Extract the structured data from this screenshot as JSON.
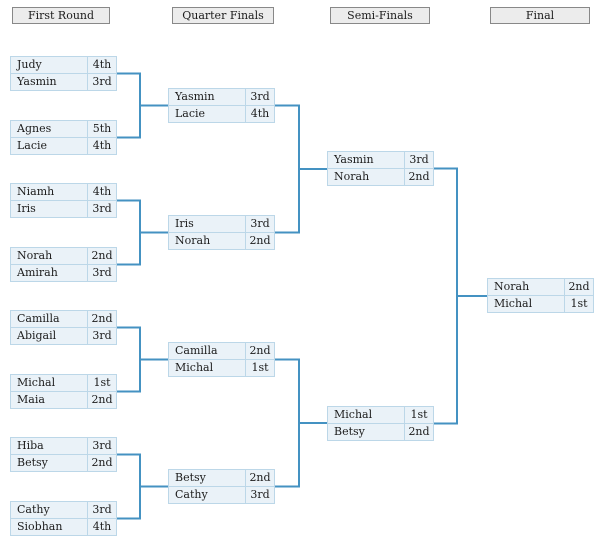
{
  "colors": {
    "connector_blue": "#4492c2",
    "match_fill": "#eaf2f8",
    "match_border": "#bcd7e8",
    "header_fill": "#ececec",
    "header_border": "#888888",
    "text_color": "#1c1c1c"
  },
  "rounds": [
    {
      "label": "First Round",
      "matches": [
        {
          "players": [
            {
              "name": "Judy",
              "rank": "4th"
            },
            {
              "name": "Yasmin",
              "rank": "3rd"
            }
          ]
        },
        {
          "players": [
            {
              "name": "Agnes",
              "rank": "5th"
            },
            {
              "name": "Lacie",
              "rank": "4th"
            }
          ]
        },
        {
          "players": [
            {
              "name": "Niamh",
              "rank": "4th"
            },
            {
              "name": "Iris",
              "rank": "3rd"
            }
          ]
        },
        {
          "players": [
            {
              "name": "Norah",
              "rank": "2nd"
            },
            {
              "name": "Amirah",
              "rank": "3rd"
            }
          ]
        },
        {
          "players": [
            {
              "name": "Camilla",
              "rank": "2nd"
            },
            {
              "name": "Abigail",
              "rank": "3rd"
            }
          ]
        },
        {
          "players": [
            {
              "name": "Michal",
              "rank": "1st"
            },
            {
              "name": "Maia",
              "rank": "2nd"
            }
          ]
        },
        {
          "players": [
            {
              "name": "Hiba",
              "rank": "3rd"
            },
            {
              "name": "Betsy",
              "rank": "2nd"
            }
          ]
        },
        {
          "players": [
            {
              "name": "Cathy",
              "rank": "3rd"
            },
            {
              "name": "Siobhan",
              "rank": "4th"
            }
          ]
        }
      ]
    },
    {
      "label": "Quarter Finals",
      "matches": [
        {
          "players": [
            {
              "name": "Yasmin",
              "rank": "3rd"
            },
            {
              "name": "Lacie",
              "rank": "4th"
            }
          ]
        },
        {
          "players": [
            {
              "name": "Iris",
              "rank": "3rd"
            },
            {
              "name": "Norah",
              "rank": "2nd"
            }
          ]
        },
        {
          "players": [
            {
              "name": "Camilla",
              "rank": "2nd"
            },
            {
              "name": "Michal",
              "rank": "1st"
            }
          ]
        },
        {
          "players": [
            {
              "name": "Betsy",
              "rank": "2nd"
            },
            {
              "name": "Cathy",
              "rank": "3rd"
            }
          ]
        }
      ]
    },
    {
      "label": "Semi-Finals",
      "matches": [
        {
          "players": [
            {
              "name": "Yasmin",
              "rank": "3rd"
            },
            {
              "name": "Norah",
              "rank": "2nd"
            }
          ]
        },
        {
          "players": [
            {
              "name": "Michal",
              "rank": "1st"
            },
            {
              "name": "Betsy",
              "rank": "2nd"
            }
          ]
        }
      ]
    },
    {
      "label": "Final",
      "matches": [
        {
          "players": [
            {
              "name": "Norah",
              "rank": "2nd"
            },
            {
              "name": "Michal",
              "rank": "1st"
            }
          ]
        }
      ]
    }
  ]
}
